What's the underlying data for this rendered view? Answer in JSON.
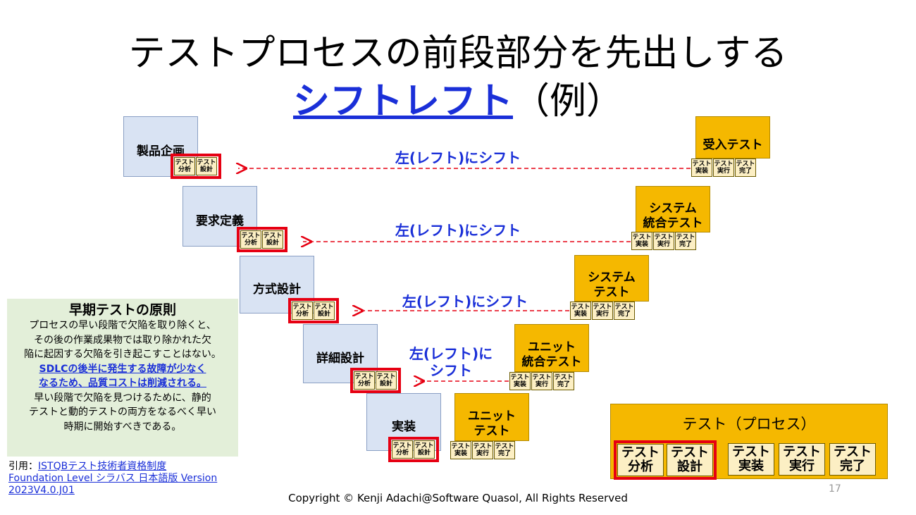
{
  "title": {
    "line1": "テストプロセスの前段部分を先出しする",
    "line2_link": "シフトレフト",
    "line2_rest": "（例）"
  },
  "cells": {
    "analysis": [
      "テスト",
      "分析"
    ],
    "design": [
      "テスト",
      "設計"
    ],
    "implementation": [
      "テスト",
      "実装"
    ],
    "execution": [
      "テスト",
      "実行"
    ],
    "completion": [
      "テスト",
      "完了"
    ]
  },
  "dev_phases": [
    "製品企画",
    "要求定義",
    "方式設計",
    "詳細設計",
    "実装"
  ],
  "test_phases": [
    [
      "受入テスト"
    ],
    [
      "システム",
      "統合テスト"
    ],
    [
      "システム",
      "テスト"
    ],
    [
      "ユニット",
      "統合テスト"
    ],
    [
      "ユニット",
      "テスト"
    ]
  ],
  "shift_labels": [
    "左(レフト)にシフト",
    "左(レフト)にシフト",
    "左(レフト)にシフト",
    [
      "左(レフト)に",
      "シフト"
    ]
  ],
  "principle": {
    "heading": "早期テストの原則",
    "lines_before": [
      "プロセスの早い段階で欠陥を取り除くと、",
      "その後の作業成果物では取り除かれた欠",
      "陥に起因する欠陥を引き起こすことはない。"
    ],
    "emphasis": [
      "SDLCの後半に発生する故障が少なく",
      "なるため、品質コストは削減される。"
    ],
    "lines_after": [
      "早い段階で欠陥を見つけるために、静的",
      "テストと動的テストの両方をなるべく早い",
      "時期に開始すべきである。"
    ]
  },
  "citation": {
    "prefix": "引用：",
    "link_lines": [
      "ISTQBテスト技術者資格制度",
      "Foundation Level シラバス 日本語版 Version",
      "2023V4.0.J01"
    ]
  },
  "legend": {
    "title": "テスト（プロセス）"
  },
  "footer": {
    "copyright": "Copyright ©  Kenji Adachi@Software Quasol, All Rights Reserved",
    "page_number": "17"
  },
  "colors": {
    "accent_blue": "#1a2fd8",
    "highlight_red": "#e60012",
    "test_orange": "#f5b800",
    "dev_blue": "#d9e3f3",
    "principle_green": "#e3efd9"
  }
}
